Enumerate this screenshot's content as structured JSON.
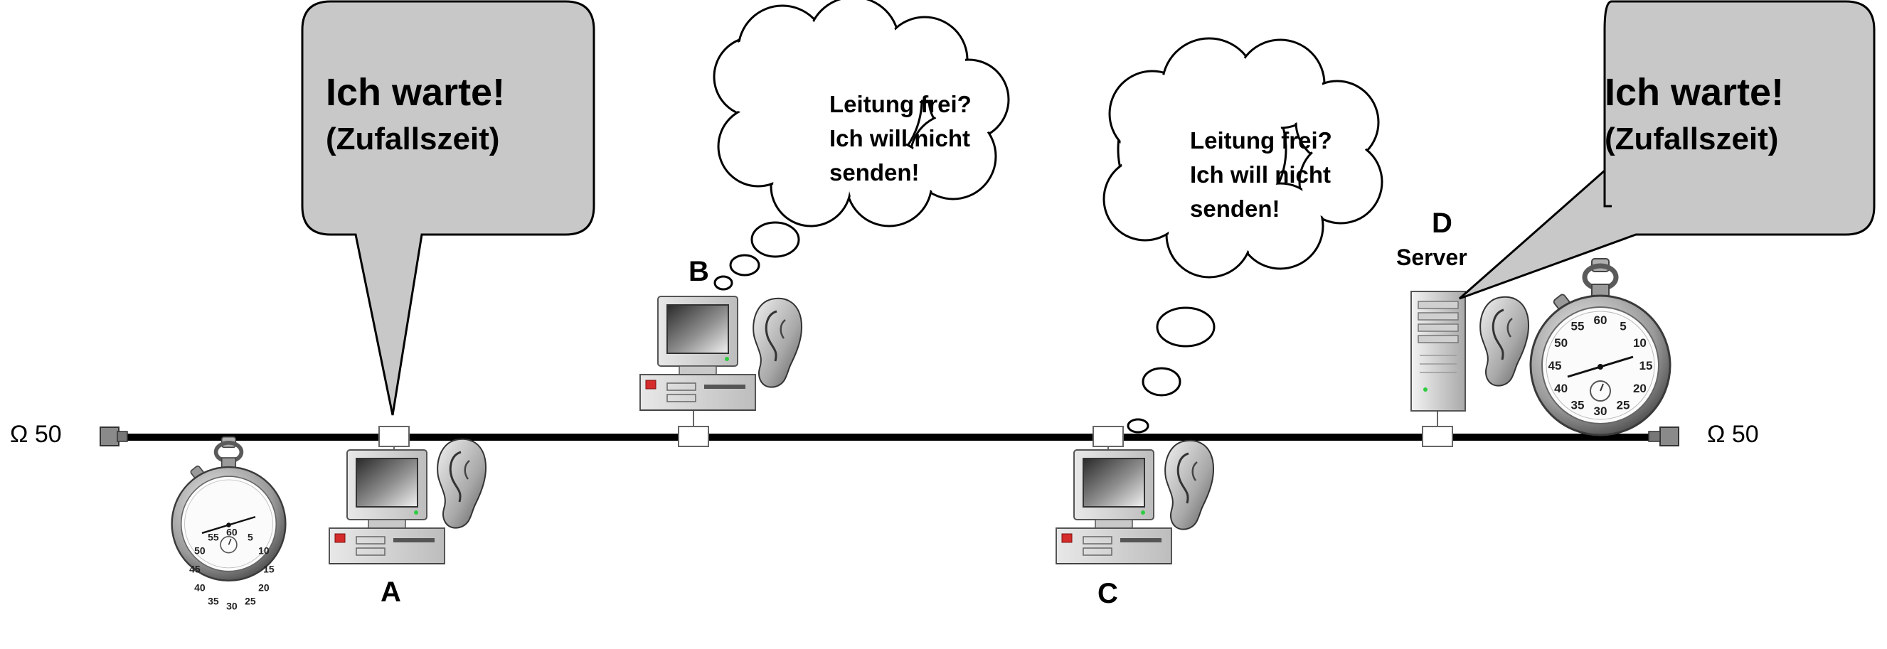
{
  "terminators": {
    "left": "Ω 50",
    "right": "Ω 50"
  },
  "stations": {
    "a": {
      "label": "A"
    },
    "b": {
      "label": "B"
    },
    "c": {
      "label": "C"
    },
    "d": {
      "label": "D",
      "sublabel": "Server"
    }
  },
  "speech_a": {
    "line1": "Ich warte!",
    "line2": "(Zufallszeit)"
  },
  "speech_d": {
    "line1": "Ich warte!",
    "line2": "(Zufallszeit)"
  },
  "thought_b": {
    "line1": "Leitung frei?",
    "line2": "Ich will nicht",
    "line3": "senden!"
  },
  "thought_c": {
    "line1": "Leitung frei?",
    "line2": "Ich will nicht",
    "line3": "senden!"
  },
  "stopwatch_dial": [
    "60",
    "5",
    "10",
    "15",
    "20",
    "25",
    "30",
    "35",
    "40",
    "45",
    "50",
    "55"
  ],
  "icons": [
    "computer-icon",
    "server-icon",
    "ear-icon",
    "stopwatch-icon",
    "terminator-icon"
  ],
  "colors": {
    "bubble_fill": "#c8c8c8",
    "cable": "#000000",
    "connector": "#8a8a8a"
  }
}
